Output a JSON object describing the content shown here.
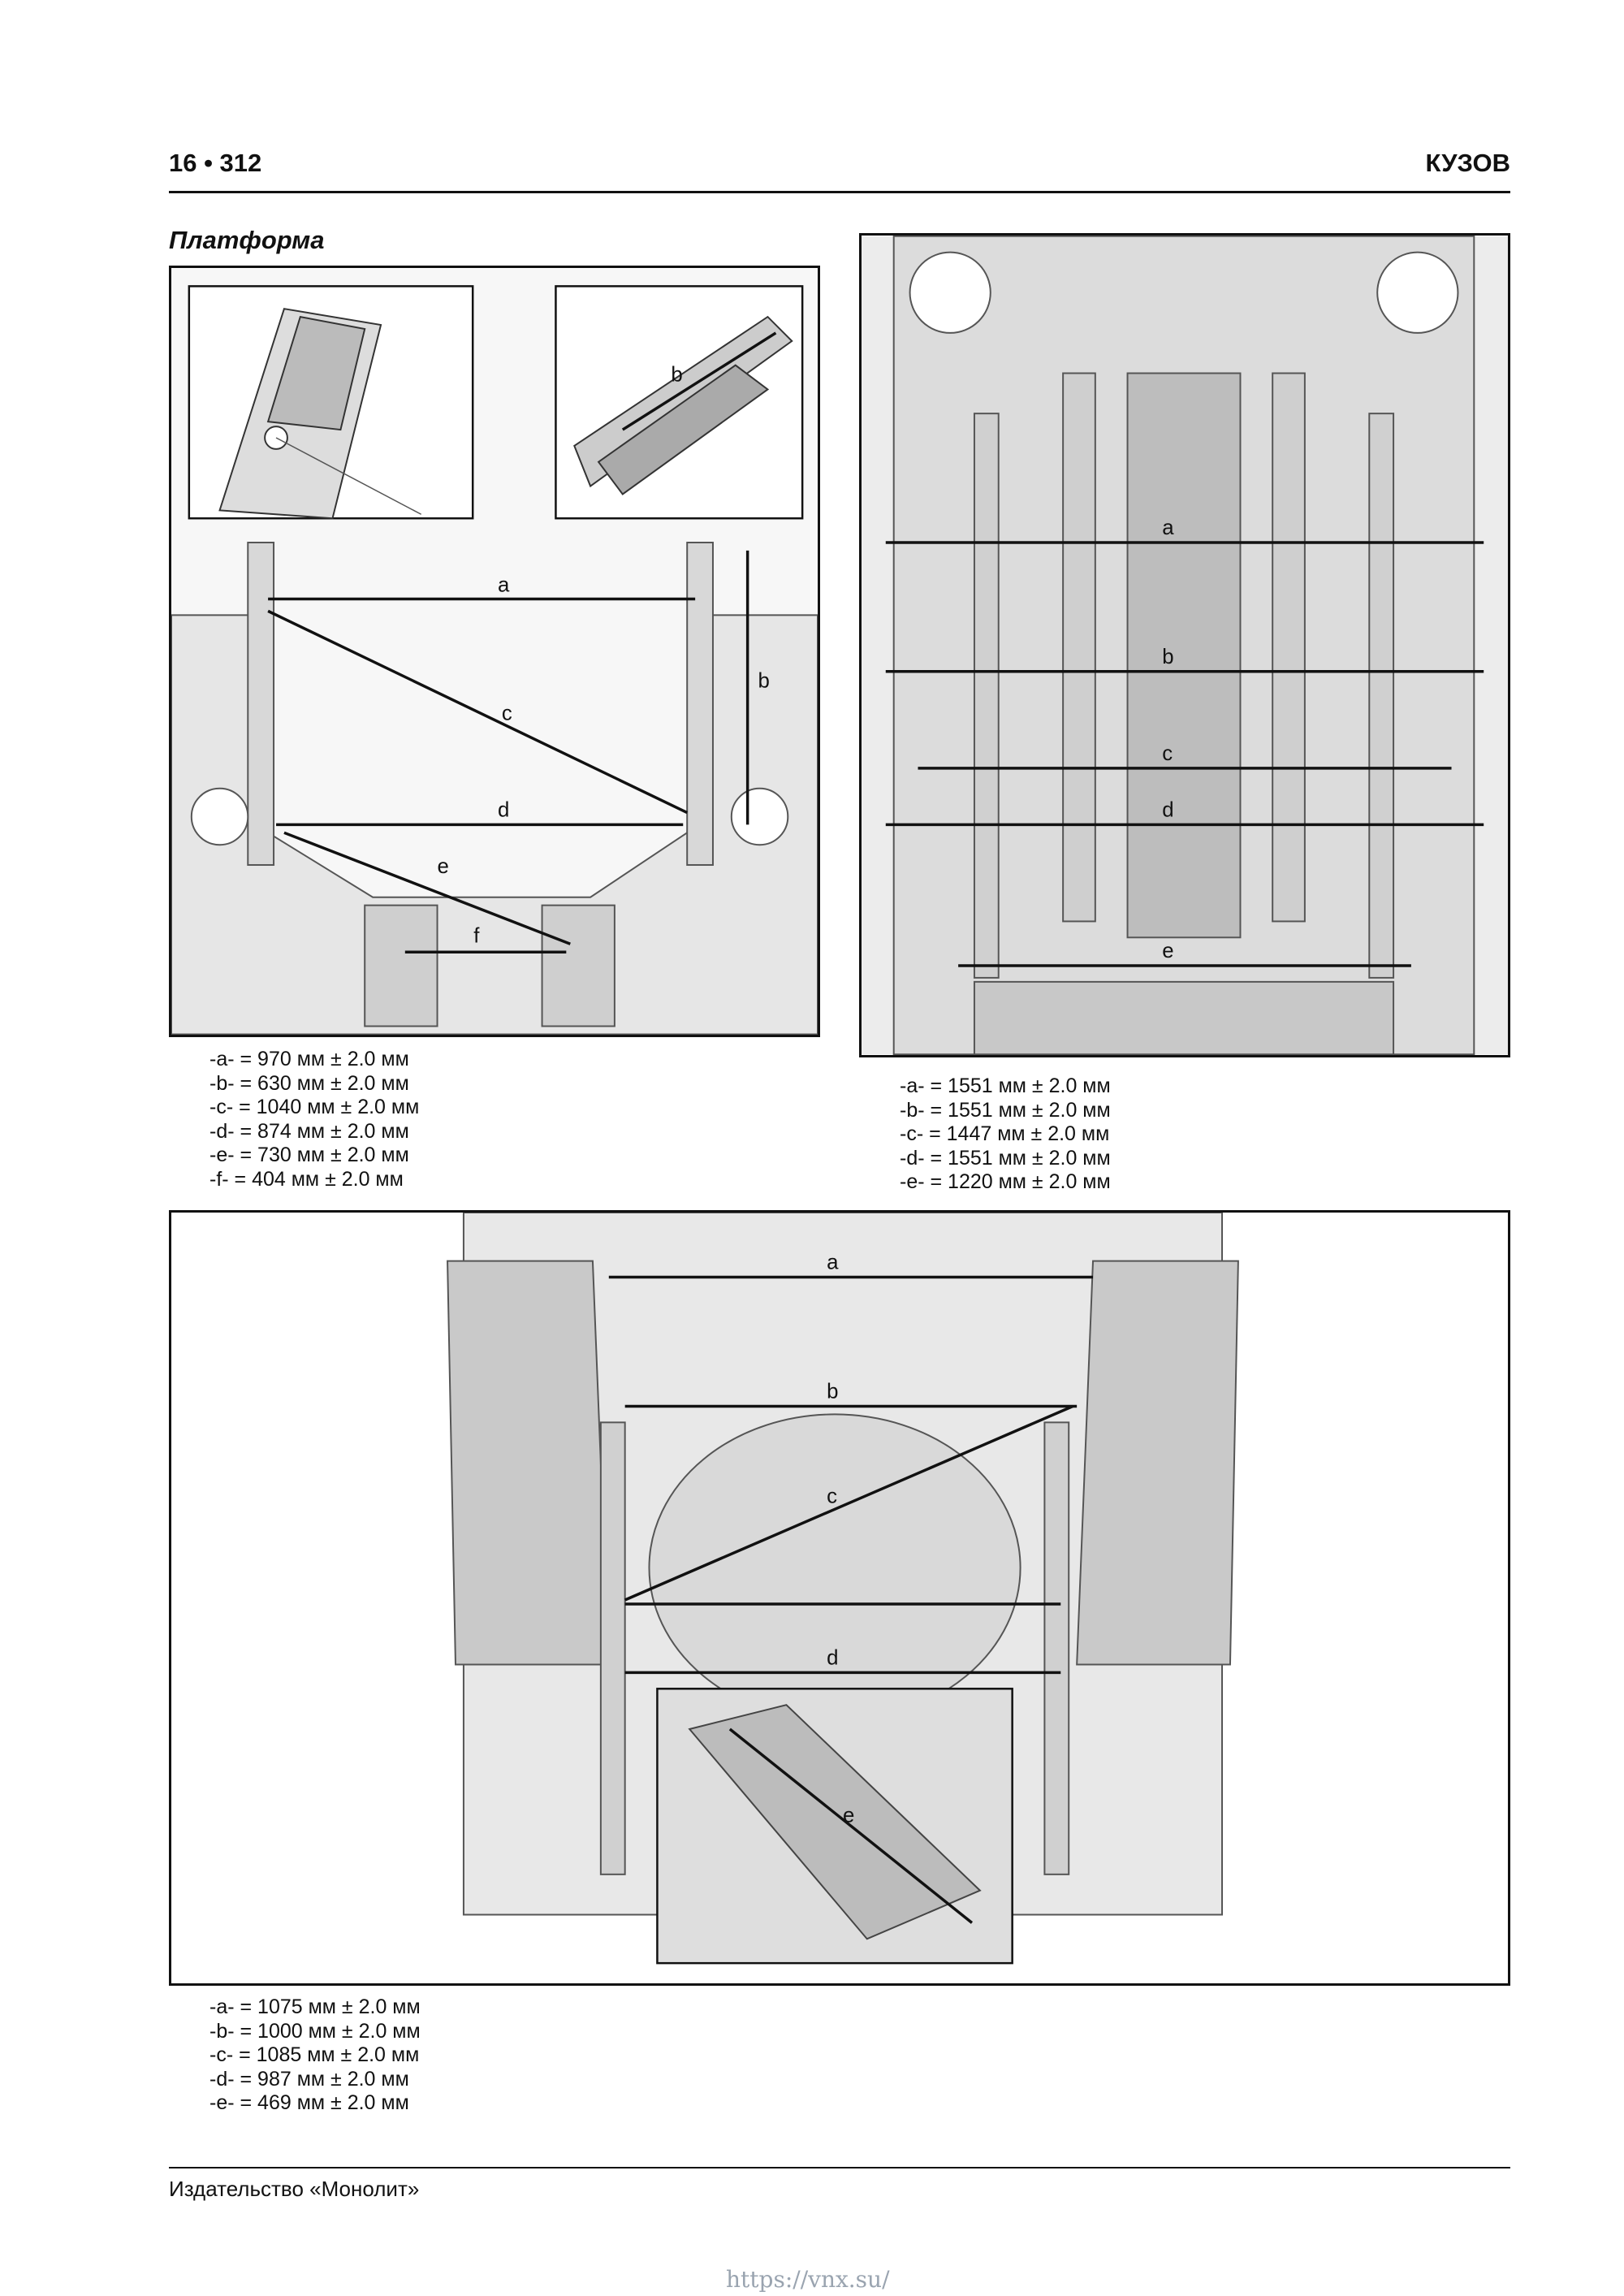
{
  "header": {
    "page_number": "16 • 312",
    "section": "КУЗОВ"
  },
  "section_title": "Платформа",
  "figures": {
    "front": {
      "labels": [
        "a",
        "b",
        "c",
        "d",
        "e",
        "f",
        "b"
      ],
      "legend": [
        "-a- = 970 мм ± 2.0 мм",
        "-b- = 630 мм ± 2.0 мм",
        "-c- = 1040 мм ± 2.0 мм",
        "-d- = 874 мм ± 2.0 мм",
        "-e- = 730 мм ± 2.0 мм",
        "-f- = 404 мм ± 2.0 мм"
      ]
    },
    "underbody": {
      "labels": [
        "a",
        "b",
        "c",
        "d",
        "e"
      ],
      "legend": [
        "-a- = 1551 мм ± 2.0 мм",
        "-b- = 1551 мм ± 2.0 мм",
        "-c- = 1447 мм ± 2.0 мм",
        "-d- = 1551 мм ± 2.0 мм",
        "-e- = 1220 мм ± 2.0 мм"
      ]
    },
    "rear": {
      "labels": [
        "a",
        "b",
        "c",
        "d",
        "e"
      ],
      "legend": [
        "-a- = 1075 мм ± 2.0 мм",
        "-b- = 1000 мм ± 2.0 мм",
        "-c- = 1085 мм ± 2.0 мм",
        "-d- = 987 мм ± 2.0 мм",
        "-e- = 469 мм ± 2.0 мм"
      ]
    }
  },
  "footer": {
    "publisher": "Издательство «Монолит»"
  },
  "watermark": "https://vnx.su/"
}
